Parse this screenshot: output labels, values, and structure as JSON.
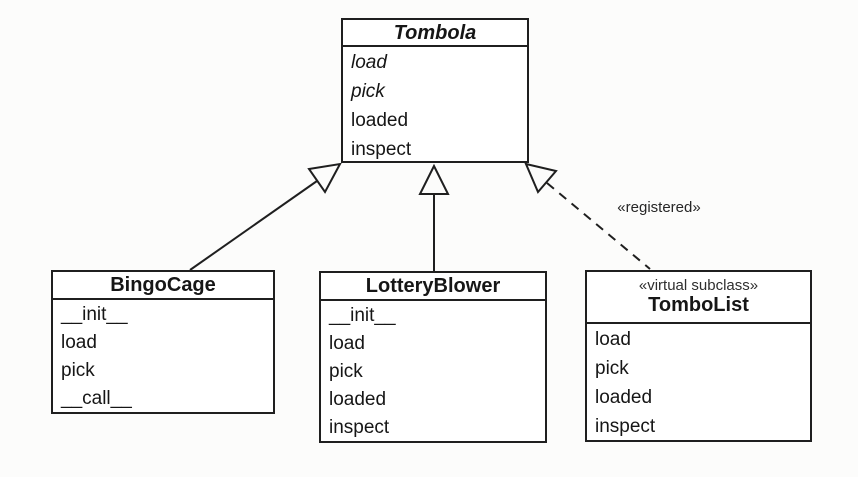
{
  "diagram": {
    "kind": "uml-class-diagram",
    "registered_label": "«registered»"
  },
  "classes": {
    "tombola": {
      "name": "Tombola",
      "methods": [
        "load",
        "pick",
        "loaded",
        "inspect"
      ]
    },
    "bingocage": {
      "name": "BingoCage",
      "methods": [
        "__init__",
        "load",
        "pick",
        "__call__"
      ]
    },
    "lotteryblower": {
      "name": "LotteryBlower",
      "methods": [
        "__init__",
        "load",
        "pick",
        "loaded",
        "inspect"
      ]
    },
    "tombolist": {
      "stereotype": "«virtual subclass»",
      "name": "TomboList",
      "methods": [
        "load",
        "pick",
        "loaded",
        "inspect"
      ]
    }
  },
  "colors": {
    "line": "#1f1f1f",
    "background": "#fcfcfb",
    "box_fill": "#ffffff",
    "text": "#161616"
  }
}
